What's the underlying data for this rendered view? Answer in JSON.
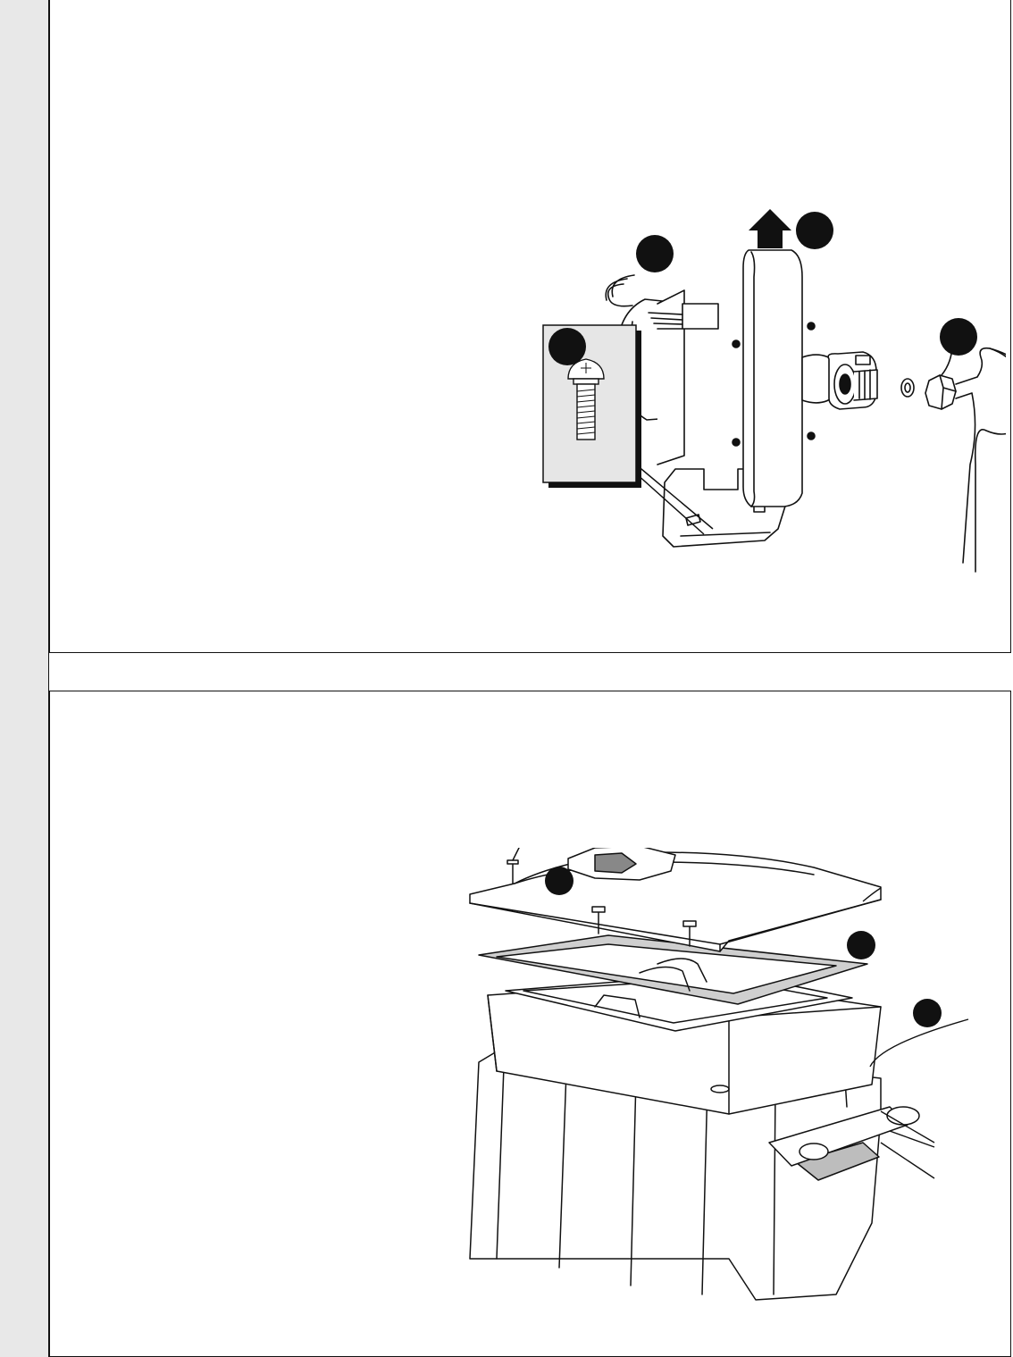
{
  "panels": [
    {
      "id": "fan-removal",
      "illustration": "fan-assembly-removal",
      "callouts": [
        "",
        "",
        "",
        ""
      ],
      "text": ""
    },
    {
      "id": "sump-cover-removal",
      "illustration": "sump-cover-exploded",
      "callouts": [
        "",
        "",
        ""
      ],
      "text": ""
    }
  ],
  "colors": {
    "side_strip": "#e8e8e8",
    "line": "#111111",
    "inset_bg": "#e6e6e6",
    "gasket": "#cfcfcf",
    "callout": "#111111"
  },
  "icons": [
    "up-arrow-icon",
    "screw-icon",
    "callout-marker-icon"
  ]
}
